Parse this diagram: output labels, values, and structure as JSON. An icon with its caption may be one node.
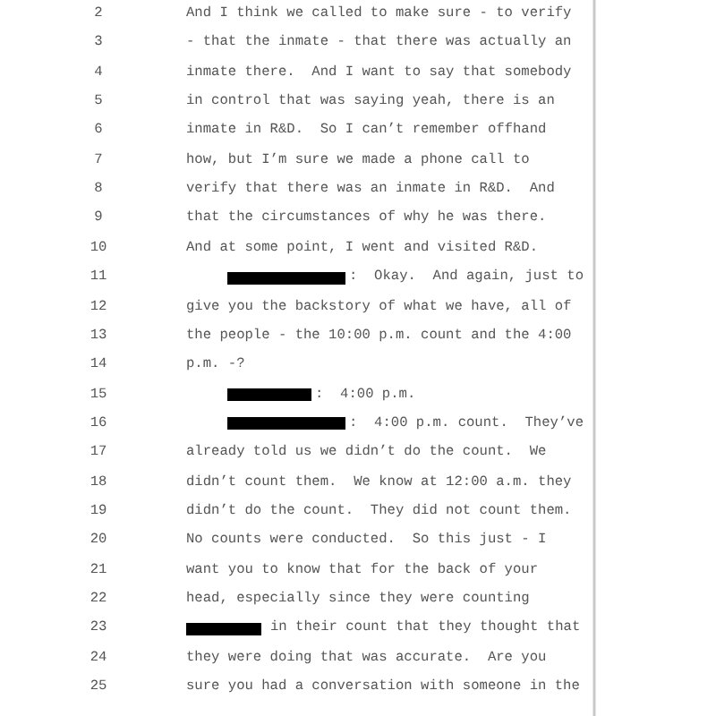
{
  "diagram": {
    "labels": [
      "2",
      "And I think we called to make sure - to verify",
      "3",
      "- that the inmate - that there was actually an",
      "4",
      "inmate there.  And I want to say that somebody",
      "5",
      "in control that was saying yeah, there is an",
      "6",
      "inmate in R&D.  So I can’t remember offhand",
      "7",
      "how, but I’m sure we made a phone call to",
      "8",
      "verify that there was an inmate in R&D.  And",
      "9",
      "that the circumstances of why he was there.",
      "10",
      "And at some point, I went and visited R&D.",
      "11",
      ":  Okay.  And again, just to",
      "12",
      "give you the backstory of what we have, all of",
      "13",
      "the people - the 10:00 p.m. count and the 4:00",
      "14",
      "p.m. -?",
      "15",
      ":  4:00 p.m.",
      "16",
      ":  4:00 p.m. count.  They’ve",
      "17",
      "already told us we didn’t do the count.  We",
      "18",
      "didn’t count them.  We know at 12:00 a.m. they",
      "19",
      "didn’t do the count.  They did not count them.",
      "20",
      "No counts were conducted.  So this just - I",
      "21",
      "want you to know that for the back of your",
      "22",
      "head, especially since they were counting",
      "23",
      "in their count that they thought that",
      "24",
      "they were doing that was accurate.  Are you",
      "25",
      "sure you had a conversation with someone in the"
    ]
  }
}
